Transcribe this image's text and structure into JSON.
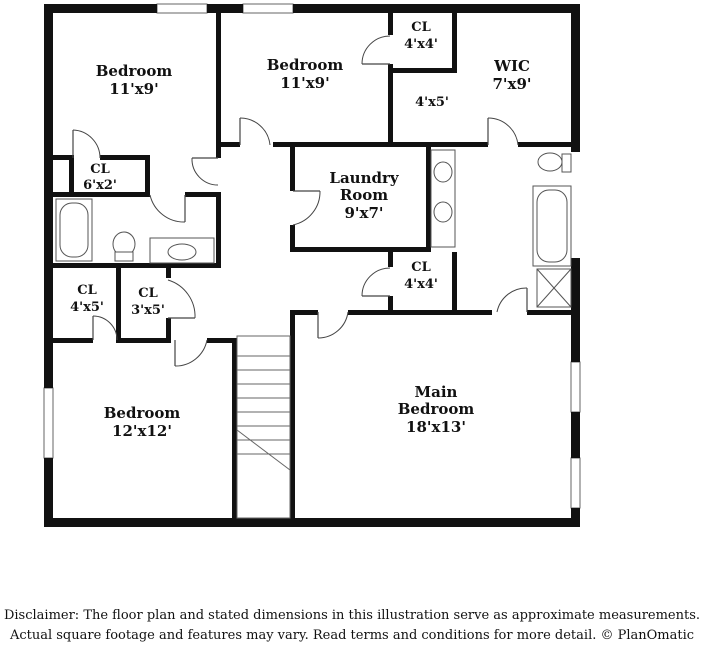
{
  "rooms": {
    "bedroom_nw": {
      "name": "Bedroom",
      "dim": "11'x9'"
    },
    "bedroom_n": {
      "name": "Bedroom",
      "dim": "11'x9'"
    },
    "closet_top": {
      "name": "CL",
      "dim": "4'x4'"
    },
    "wic": {
      "name": "WIC",
      "dim": "7'x9'"
    },
    "wic_closet": {
      "dim": "4'x5'"
    },
    "closet_hall": {
      "name": "CL",
      "dim": "6'x2'"
    },
    "laundry": {
      "name1": "Laundry",
      "name2": "Room",
      "dim": "9'x7'"
    },
    "closet_mid": {
      "name": "CL",
      "dim": "4'x4'"
    },
    "closet_w1": {
      "name": "CL",
      "dim": "4'x5'"
    },
    "closet_w2": {
      "name": "CL",
      "dim": "3'x5'"
    },
    "bedroom_sw": {
      "name": "Bedroom",
      "dim": "12'x12'"
    },
    "main_bedroom": {
      "name1": "Main",
      "name2": "Bedroom",
      "dim": "18'x13'"
    }
  },
  "disclaimer": {
    "line1": "Disclaimer: The floor plan and stated dimensions in this illustration serve as approximate measurements.",
    "line2": "Actual square footage and features may vary. Read terms and conditions for more detail. © PlanOmatic"
  }
}
